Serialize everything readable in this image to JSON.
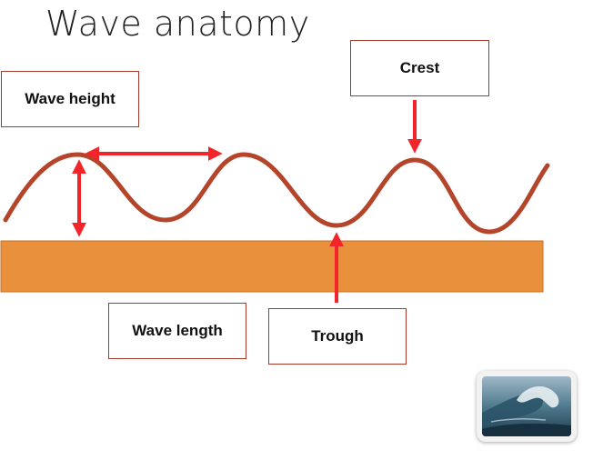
{
  "title": "Wave anatomy",
  "labels": {
    "wave_height": "Wave height",
    "crest": "Crest",
    "wave_length": "Wave length",
    "trough": "Trough"
  },
  "colors": {
    "wave_line": "#b5452a",
    "arrow": "#f2262a",
    "seabed": "#e8903c",
    "seabed_border": "#c96f25",
    "box_border": "#a33a2a"
  },
  "icons": {
    "thumbnail": "ocean-wave-photo-icon"
  }
}
